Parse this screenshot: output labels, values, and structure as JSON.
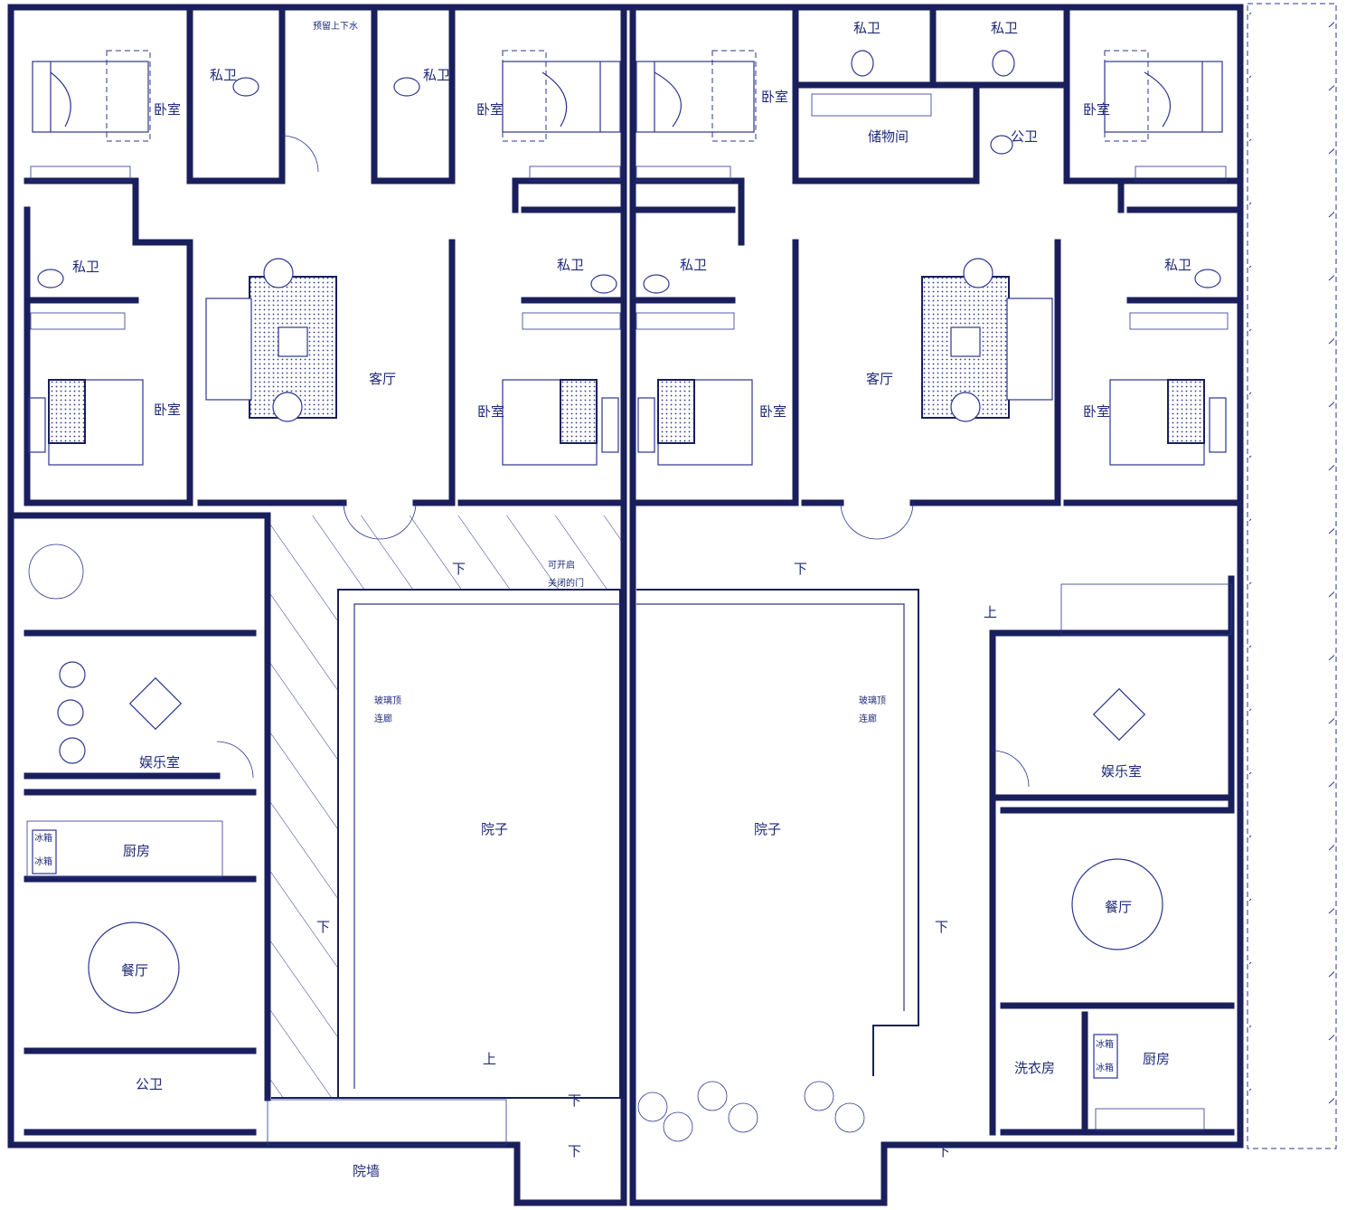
{
  "plan": {
    "labels": {
      "bedroom": "卧室",
      "private_bath": "私卫",
      "public_bath": "公卫",
      "living_room": "客厅",
      "storage": "储物间",
      "entertainment": "娱乐室",
      "kitchen": "厨房",
      "dining": "餐厅",
      "courtyard": "院子",
      "glass_corridor_line1": "玻璃顶",
      "glass_corridor_line2": "连廊",
      "laundry": "洗衣房",
      "courtyard_wall": "院墙",
      "openable_door_line1": "可开启",
      "openable_door_line2": "关闭的门",
      "pipe_note": "预留上下水",
      "fridge": "冰箱",
      "down": "下",
      "up": "上"
    }
  },
  "colors": {
    "line": "#1a1f5c",
    "text": "#1e2a78",
    "background": "#ffffff"
  }
}
